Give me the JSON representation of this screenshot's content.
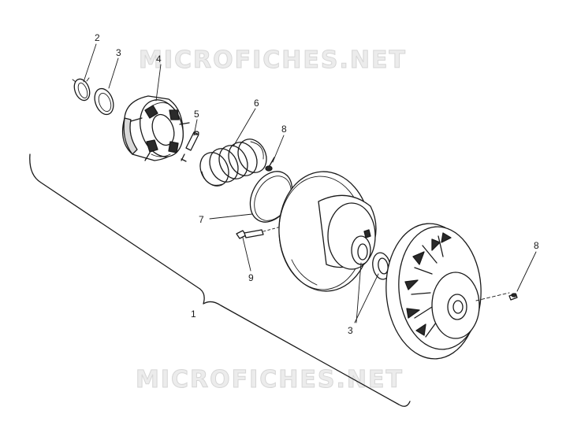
{
  "watermark": {
    "top": "MICROFICHES.NET",
    "bottom": "MICROFICHES.NET"
  },
  "callouts": {
    "c1": "1",
    "c2": "2",
    "c3a": "3",
    "c3b": "3",
    "c4": "4",
    "c5": "5",
    "c6": "6",
    "c7": "7",
    "c8a": "8",
    "c8b": "8",
    "c9": "9"
  }
}
